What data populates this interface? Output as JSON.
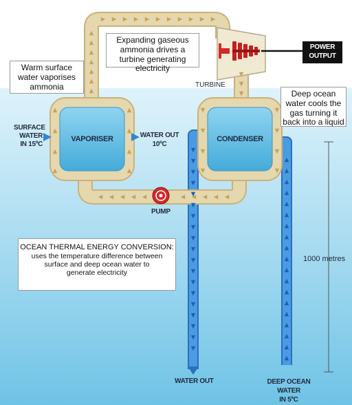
{
  "colors": {
    "sky": "#ffffff",
    "sea_top": "#dff3fb",
    "sea_bottom": "#6fc3e6",
    "loop_pipe": "#e5d7ae",
    "loop_edge": "#c9b27a",
    "arrow": "#c8a25a",
    "cold_pipe": "#3f8fdc",
    "cold_arrow": "#1d5fb0",
    "vessel": "#5bbde6",
    "turbine": "#d12a2a",
    "pump": "#d62a2a",
    "power_box": "#111111"
  },
  "callouts": {
    "turbine_note": "Expanding gaseous ammonia drives a turbine generating electricity",
    "vaporise_note": "Warm surface water vaporises ammonia",
    "cool_note": "Deep ocean water cools the gas turning it back into a liquid",
    "title": "OCEAN THERMAL ENERGY CONVERSION:",
    "title_body": "uses the temperature difference between surface and deep ocean water to generate electricity"
  },
  "labels": {
    "vaporiser": "VAPORISER",
    "condenser": "CONDENSER",
    "turbine": "TURBINE",
    "pump": "PUMP",
    "surface_water_1": "SURFACE",
    "surface_water_2": "WATER",
    "surface_water_3": "IN 15ºC",
    "water_out_top_1": "WATER OUT",
    "water_out_top_2": "10ºC",
    "power_1": "POWER",
    "power_2": "OUTPUT",
    "depth": "1000 metres",
    "water_out_bottom": "WATER OUT",
    "deep_water_1": "DEEP OCEAN WATER",
    "deep_water_2": "IN 5ºC"
  }
}
